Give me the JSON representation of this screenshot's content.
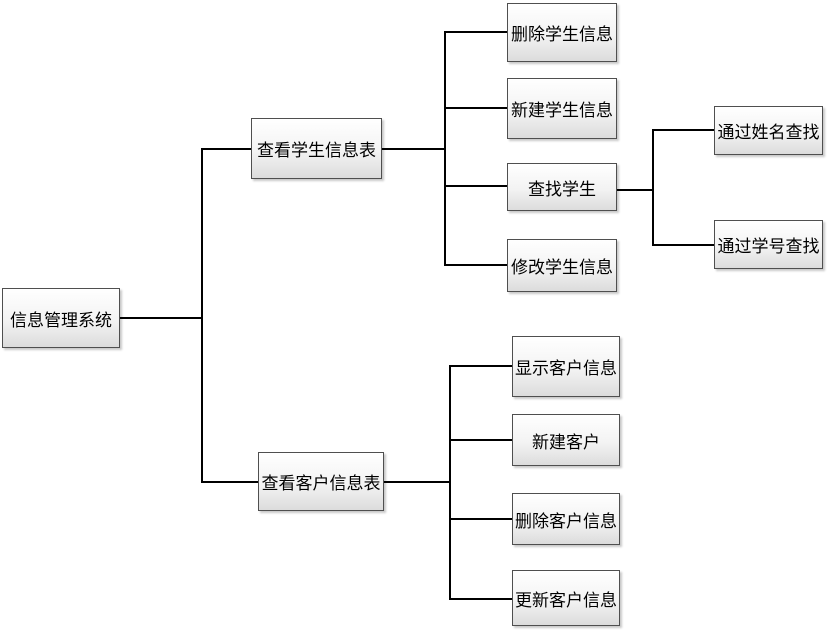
{
  "diagram": {
    "root": "信息管理系统",
    "branches": [
      {
        "label": "查看学生信息表",
        "children": [
          {
            "label": "删除学生信息"
          },
          {
            "label": "新建学生信息"
          },
          {
            "label": "查找学生",
            "children": [
              "通过姓名查找",
              "通过学号查找"
            ]
          },
          {
            "label": "修改学生信息"
          }
        ]
      },
      {
        "label": "查看客户信息表",
        "children": [
          {
            "label": "显示客户信息"
          },
          {
            "label": "新建客户"
          },
          {
            "label": "删除客户信息"
          },
          {
            "label": "更新客户信息"
          }
        ]
      }
    ]
  }
}
